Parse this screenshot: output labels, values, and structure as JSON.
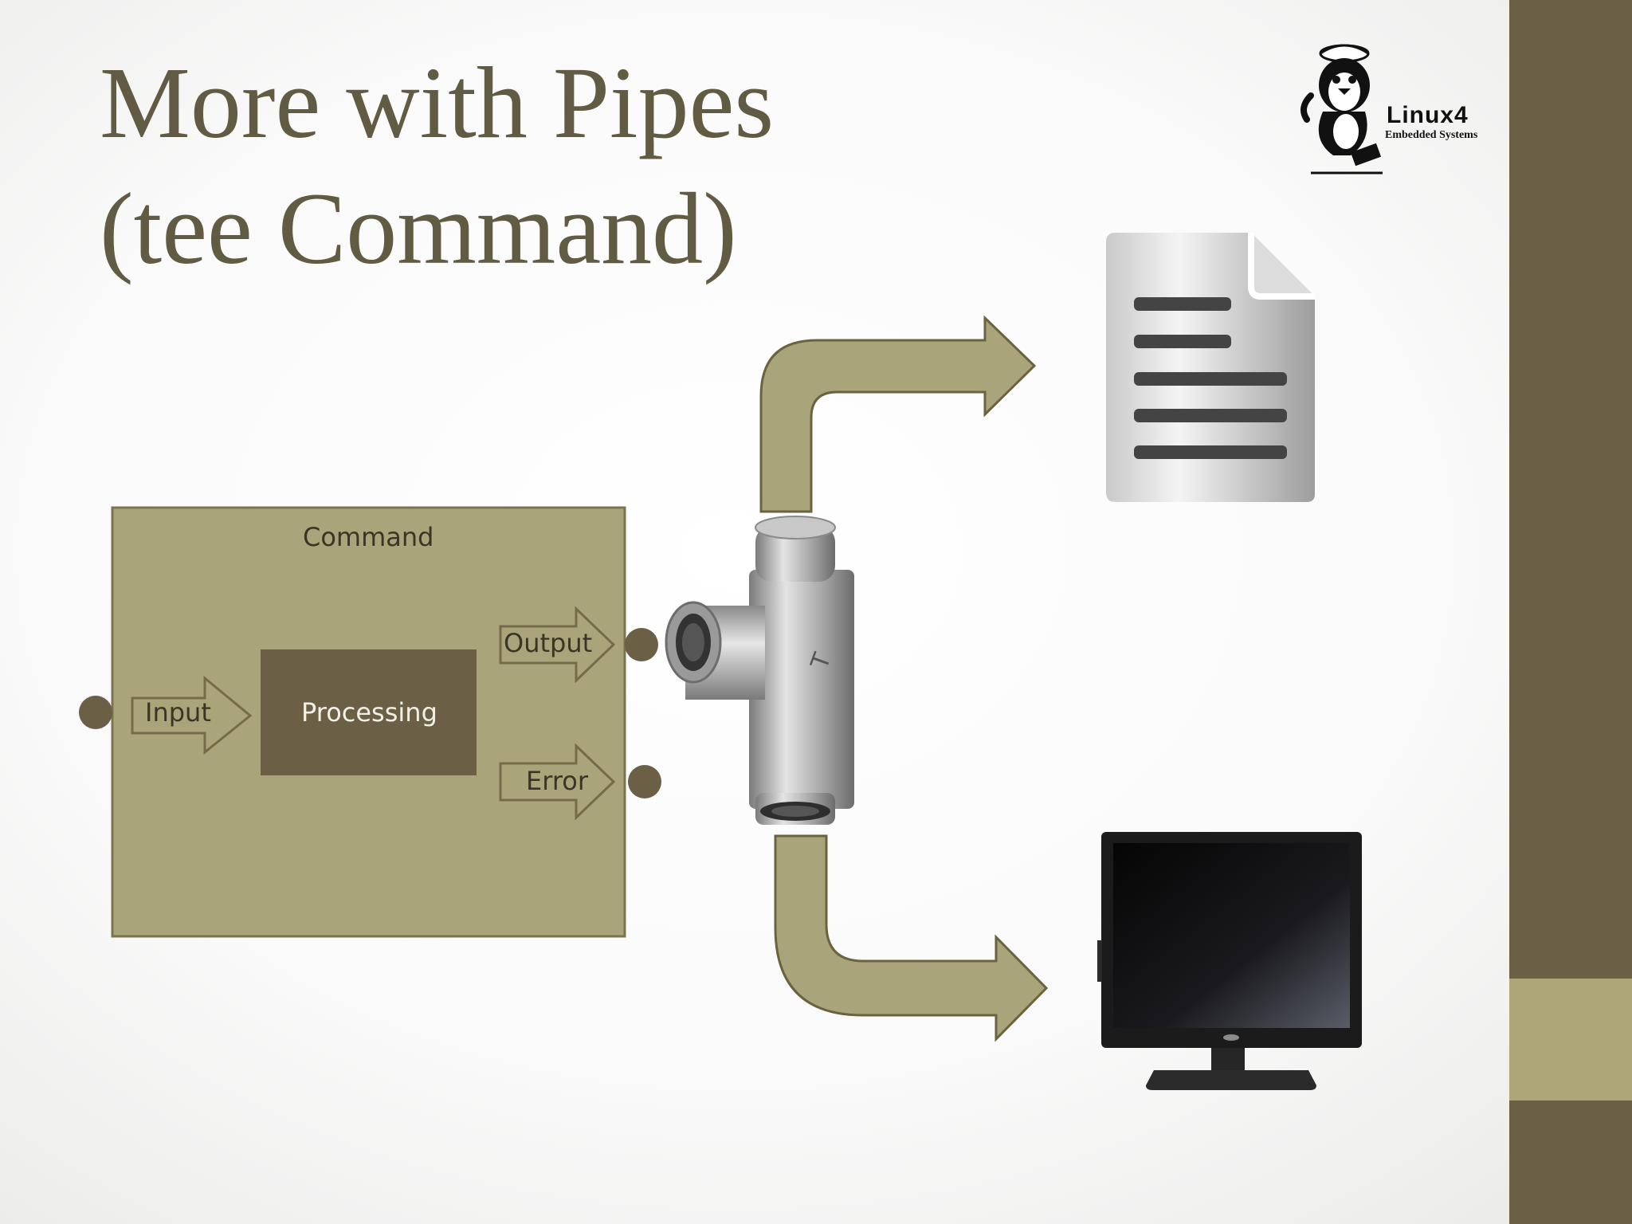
{
  "slide": {
    "title_line1": "More with Pipes",
    "title_line2": "(tee Command)"
  },
  "logo": {
    "name": "Linux4",
    "tagline": "Embedded Systems"
  },
  "diagram": {
    "command_label": "Command",
    "input_label": "Input",
    "processing_label": "Processing",
    "output_label": "Output",
    "error_label": "Error"
  },
  "colors": {
    "title": "#625b43",
    "sidebar": "#6b5f45",
    "sidebar_accent": "#aea679",
    "command_box": "#aaa47b",
    "processing_box": "#6b5f45",
    "arrow_fill": "#aaa47b",
    "arrow_stroke": "#6b6340"
  },
  "icons": {
    "document": "document-icon",
    "monitor": "monitor-icon",
    "tee_fitting": "tee-fitting-icon",
    "logo": "penguin-logo-icon"
  }
}
